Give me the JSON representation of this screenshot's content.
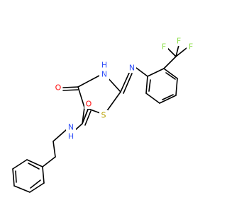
{
  "molecule": {
    "atoms": [
      {
        "id": "O1",
        "label": "O",
        "element": "O"
      },
      {
        "id": "N1",
        "label": "H\nN",
        "element": "N"
      },
      {
        "id": "N2",
        "label": "N",
        "element": "N"
      },
      {
        "id": "N3",
        "label": "H\nN",
        "element": "N"
      },
      {
        "id": "S1",
        "label": "S",
        "element": "S"
      },
      {
        "id": "O2",
        "label": "O",
        "element": "O"
      },
      {
        "id": "F1",
        "label": "F",
        "element": "F"
      },
      {
        "id": "F2",
        "label": "F",
        "element": "F"
      },
      {
        "id": "F3",
        "label": "F",
        "element": "F"
      }
    ],
    "colors": {
      "carbon": "#000000",
      "oxygen": "#ff0d0d",
      "nitrogen": "#3050f8",
      "sulfur": "#b8a000",
      "fluorine": "#90e050"
    }
  }
}
